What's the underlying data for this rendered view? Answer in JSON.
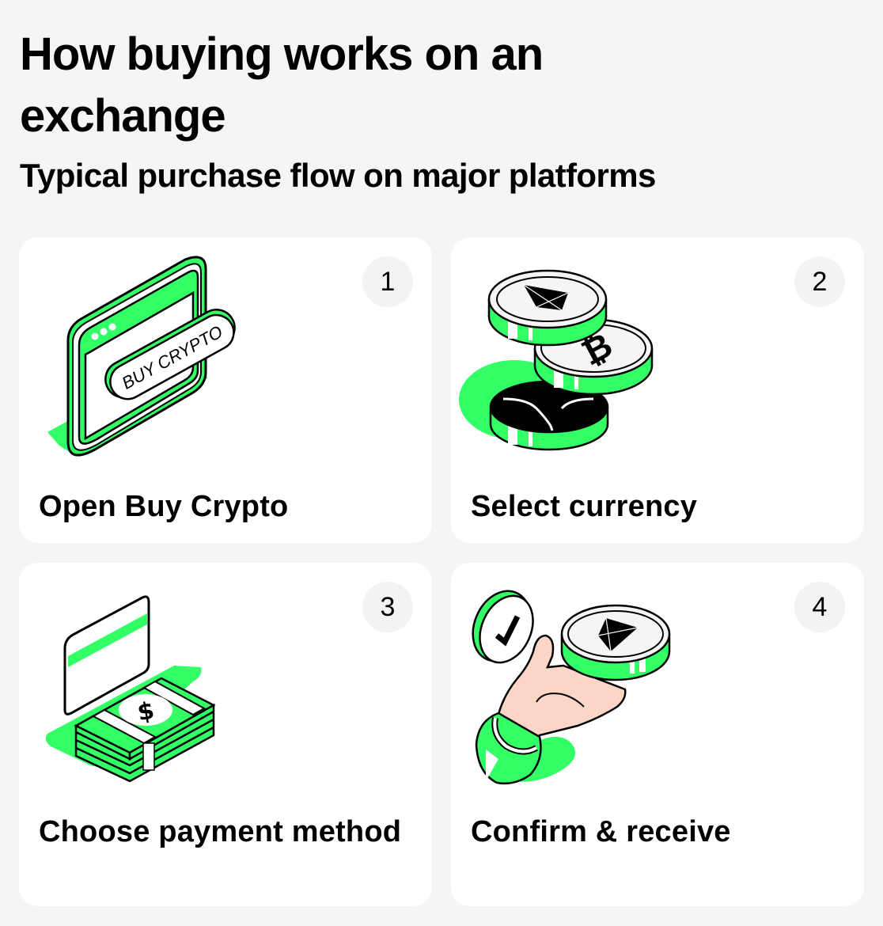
{
  "header": {
    "title": "How buying works on an exchange",
    "subtitle": "Typical purchase flow on major platforms"
  },
  "colors": {
    "background": "#f5f5f5",
    "card": "#ffffff",
    "accent_green": "#33ff66",
    "badge_bg": "#f3f3f3",
    "ink": "#000000"
  },
  "steps": [
    {
      "number": "1",
      "label": "Open Buy Crypto",
      "icon": "browser-window-buy-crypto-button-icon",
      "button_text": "BUY CRYPTO"
    },
    {
      "number": "2",
      "label": "Select currency",
      "icon": "stacked-coins-eth-btc-xrp-icon"
    },
    {
      "number": "3",
      "label": "Choose payment method",
      "icon": "card-and-cash-stack-icon"
    },
    {
      "number": "4",
      "label": "Confirm & receive",
      "icon": "hand-receiving-coin-checkmark-icon"
    }
  ]
}
